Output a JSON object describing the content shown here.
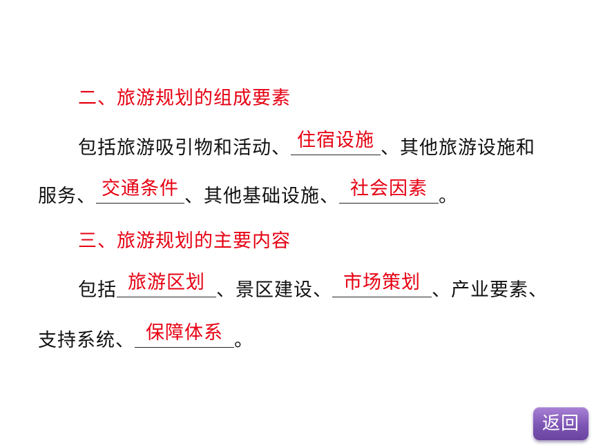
{
  "section2": {
    "heading": "二、旅游规划的组成要素",
    "line1_prefix": "包括旅游吸引物和活动、",
    "line1_answer": "住宿设施",
    "line1_suffix": "、其他旅游设施和",
    "line2_prefix": "服务、",
    "line2_answer1": "交通条件",
    "line2_middle": "、其他基础设施、",
    "line2_answer2": "社会因素",
    "line2_suffix": "。"
  },
  "section3": {
    "heading": "三、旅游规划的主要内容",
    "line1_prefix": "包括",
    "line1_answer1": "旅游区划",
    "line1_middle": "、景区建设、",
    "line1_answer2": "市场策划",
    "line1_suffix": "、产业要素、",
    "line2_prefix": "支持系统、",
    "line2_answer": "保障体系",
    "line2_suffix": "。"
  },
  "nav": {
    "back_label": "返回",
    "back_color": "#7d55b4"
  },
  "colors": {
    "answer": "#e60012",
    "heading": "#e60012",
    "text": "#111111"
  }
}
